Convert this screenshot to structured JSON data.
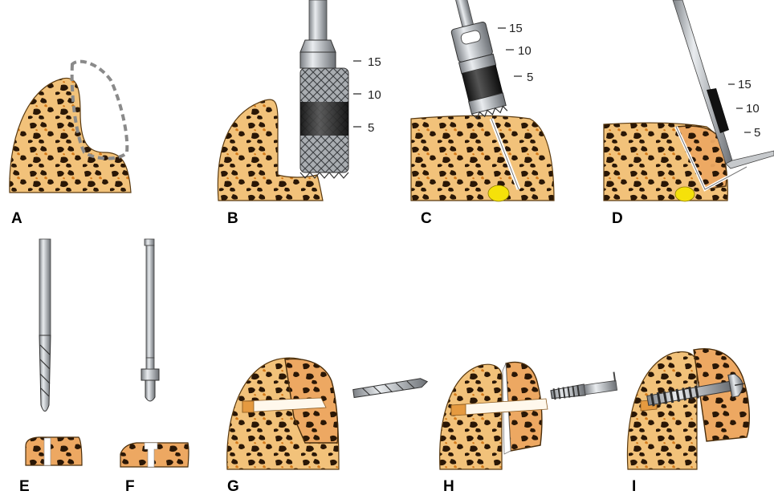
{
  "panels": [
    {
      "id": "A",
      "label": "A"
    },
    {
      "id": "B",
      "label": "B",
      "scale": [
        "15",
        "10",
        "5"
      ]
    },
    {
      "id": "C",
      "label": "C",
      "scale": [
        "15",
        "10",
        "5"
      ]
    },
    {
      "id": "D",
      "label": "D",
      "scale": [
        "15",
        "10",
        "5"
      ]
    },
    {
      "id": "E",
      "label": "E"
    },
    {
      "id": "F",
      "label": "F"
    },
    {
      "id": "G",
      "label": "G"
    },
    {
      "id": "H",
      "label": "H"
    },
    {
      "id": "I",
      "label": "I"
    }
  ],
  "colors": {
    "bone": "#F2C27A",
    "graft": "#EDA862",
    "marrow_pores": "#2A1706",
    "nerve": "#F5E10A",
    "steel": "#B8BCC0",
    "outline_dashed": "#8A8A8A"
  }
}
